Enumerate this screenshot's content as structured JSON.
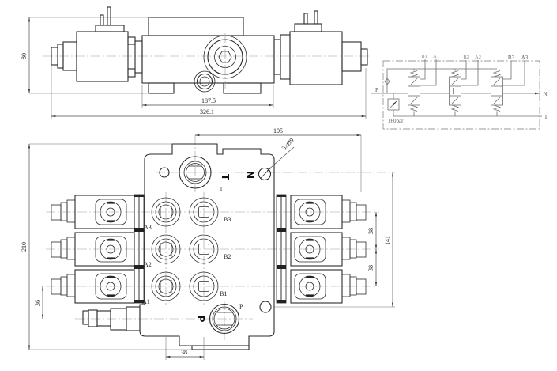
{
  "side_view": {
    "dim_height": "80",
    "dim_length_body": "187.5",
    "dim_length_overall": "326.1"
  },
  "schematic": {
    "labels": {
      "b1": "B1",
      "a1": "A1",
      "b2": "B2",
      "a2": "A2",
      "b3": "B3",
      "a3": "A3"
    },
    "port_p": "P",
    "port_n": "N",
    "port_t": "T",
    "relief_setting": "160bar"
  },
  "front_view": {
    "dims": {
      "top_width": "105",
      "overall_height": "210",
      "bottom_offset": "36",
      "port_spacing": "38",
      "mount_height": "141",
      "row_spacing_top": "38",
      "row_spacing_bottom": "38"
    },
    "hole_note": "3xØ9",
    "ports": {
      "a3": "A3",
      "a2": "A2",
      "a1": "A1",
      "b3": "B3",
      "b2": "B2",
      "b1": "B1",
      "p": "P"
    },
    "stamps": {
      "t": "T",
      "t_small": "T",
      "n": "N",
      "p": "P"
    }
  }
}
